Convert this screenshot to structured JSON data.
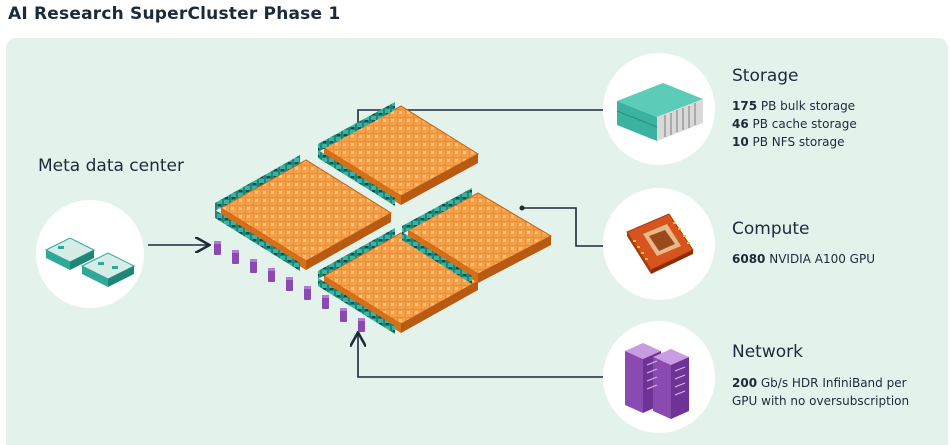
{
  "title": "AI Research SuperCluster Phase 1",
  "source": {
    "label": "Meta data center"
  },
  "storage": {
    "heading": "Storage",
    "items": [
      {
        "value": "175",
        "text": " PB bulk storage"
      },
      {
        "value": "46",
        "text": " PB cache storage"
      },
      {
        "value": "10",
        "text": " PB NFS storage"
      }
    ]
  },
  "compute": {
    "heading": "Compute",
    "items": [
      {
        "value": "6080",
        "text": " NVIDIA A100 GPU"
      }
    ]
  },
  "network": {
    "heading": "Network",
    "items": [
      {
        "value": "200",
        "text": " Gb/s HDR InfiniBand per"
      },
      {
        "value": "",
        "text": "GPU with no oversubscription"
      }
    ]
  },
  "colors": {
    "panel": "#e4f2ec",
    "rack_orange": "#f28a2e",
    "rack_teal": "#2fa89a",
    "gpu_purple": "#8a4bb0",
    "storage_teal": "#3bb3a0",
    "line": "#1c2b39"
  },
  "icons": {
    "source": "data-center-racks-icon",
    "storage": "storage-server-icon",
    "compute": "gpu-chip-icon",
    "network": "network-switch-icon"
  }
}
